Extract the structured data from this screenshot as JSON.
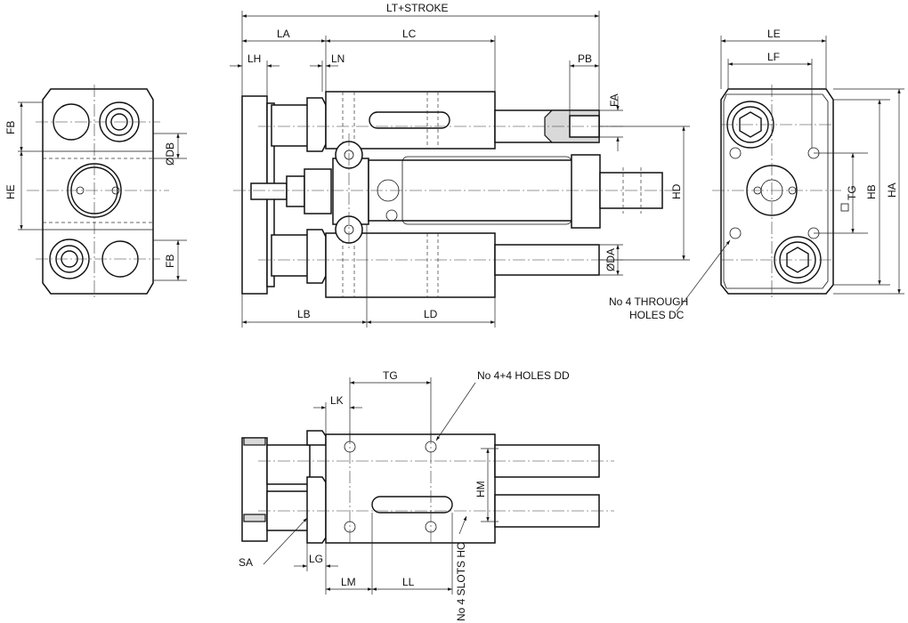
{
  "labels": {
    "lt_stroke": "LT+STROKE",
    "la": "LA",
    "lc": "LC",
    "lh": "LH",
    "ln": "LN",
    "pb": "PB",
    "fa": "FA",
    "hd": "HD",
    "da": "ØDA",
    "lb": "LB",
    "ld": "LD",
    "fb_top": "FB",
    "fb_bottom": "FB",
    "db": "ØDB",
    "he": "HE",
    "le": "LE",
    "lf": "LF",
    "tg_side": "TG",
    "hb": "HB",
    "ha": "HA",
    "through_holes_line1": "No 4 THROUGH",
    "through_holes_line2": "HOLES DC",
    "tg_bottom": "TG",
    "lk": "LK",
    "holes_dd": "No 4+4 HOLES DD",
    "hm": "HM",
    "sa": "SA",
    "lg": "LG",
    "lm": "LM",
    "ll": "LL",
    "slots_hc": "No 4 SLOTS HC"
  }
}
